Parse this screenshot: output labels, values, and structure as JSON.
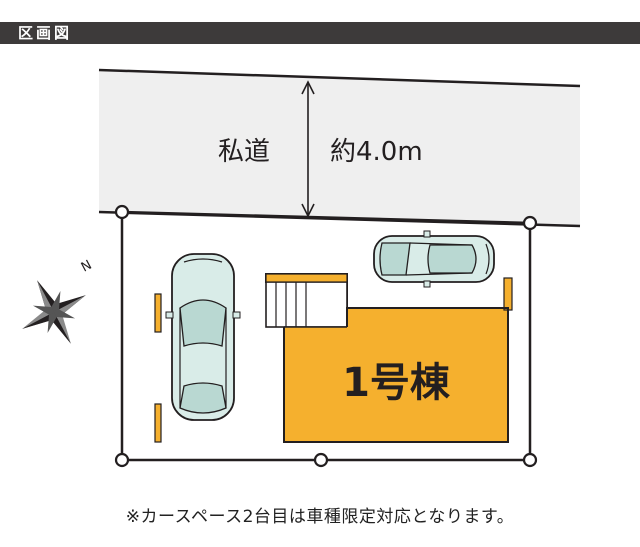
{
  "header": {
    "title": "区画図"
  },
  "road": {
    "label": "私道",
    "width_label": "約4.0m"
  },
  "building": {
    "label": "1号棟"
  },
  "compass": {
    "north_label": "N"
  },
  "note": {
    "text": "※カースペース2台目は車種限定対応となります。"
  },
  "colors": {
    "header_bg": "#3d3a3a",
    "road_fill": "#efefef",
    "building_fill": "#f5b02e",
    "car_fill": "#d9ece8",
    "outline": "#231f20"
  }
}
